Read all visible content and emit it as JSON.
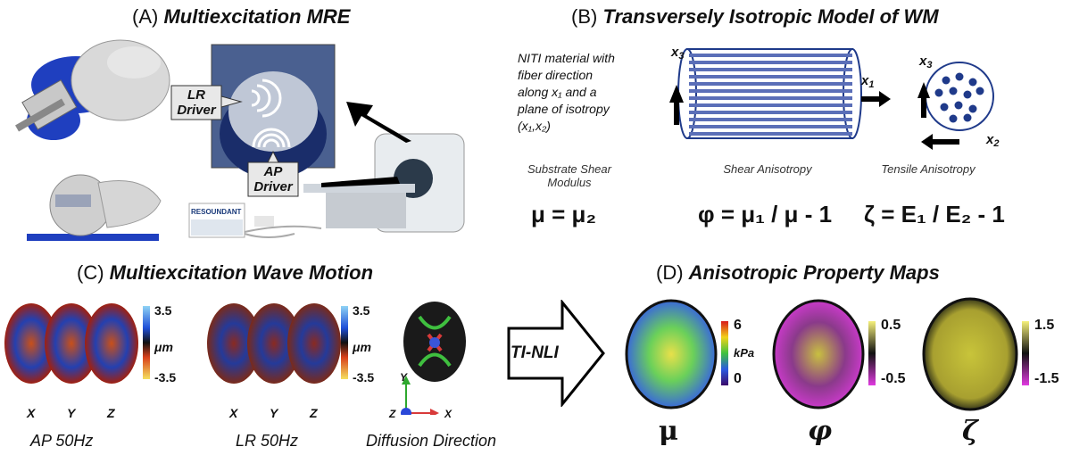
{
  "panelA": {
    "label": "(A)",
    "title": "Multiexcitation MRE",
    "lr_driver": "LR\nDriver",
    "ap_driver": "AP\nDriver",
    "brand": "RESOUNDANT"
  },
  "panelB": {
    "label": "(B)",
    "title": "Transversely Isotropic Model of WM",
    "description": "NITI material with fiber direction along x₁ and a plane of isotropy (x₁,x₂)",
    "x1": "x",
    "x2": "x",
    "x3": "x",
    "x1_sub": "1",
    "x2_sub": "2",
    "x3_sub": "3",
    "cap_shear_mod": "Substrate Shear Modulus",
    "cap_shear_aniso": "Shear Anisotropy",
    "cap_tensile": "Tensile Anisotropy",
    "f_mu": "μ = μ₂",
    "f_phi": "φ = μ₁ / μ - 1",
    "f_zeta": "ζ = E₁ / E₂ - 1"
  },
  "panelC": {
    "label": "(C)",
    "title": "Multiexcitation Wave Motion",
    "cb_top": "3.5",
    "cb_unit": "μm",
    "cb_bot": "-3.5",
    "cb2_top": "3.5",
    "cb2_unit": "μm",
    "cb2_bot": "-3.5",
    "axes1": [
      "X",
      "Y",
      "Z"
    ],
    "axes2": [
      "X",
      "Y",
      "Z"
    ],
    "cap_ap": "AP 50Hz",
    "cap_lr": "LR 50Hz",
    "cap_diff": "Diffusion Direction",
    "ax_y": "Y",
    "ax_z": "Z",
    "ax_x": "X"
  },
  "arrow": {
    "label": "TI-NLI"
  },
  "panelD": {
    "label": "(D)",
    "title": "Anisotropic Property Maps",
    "mu_top": "6",
    "mu_unit": "kPa",
    "mu_bot": "0",
    "phi_top": "0.5",
    "phi_bot": "-0.5",
    "zeta_top": "1.5",
    "zeta_bot": "-1.5",
    "sym_mu": "μ",
    "sym_phi": "φ",
    "sym_zeta": "ζ"
  }
}
